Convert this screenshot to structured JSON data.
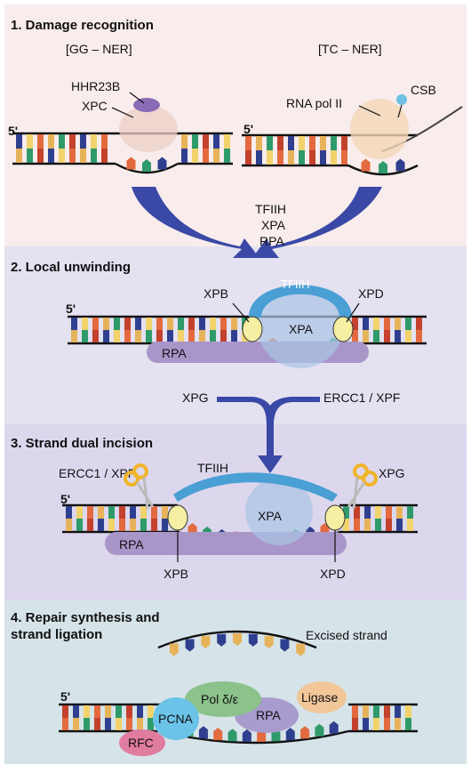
{
  "colors": {
    "panel1": "#f8ecec",
    "panel2": "#e4e1f1",
    "panel3": "#ddd7ee",
    "panel4": "#d6e3e8",
    "arrow": "#3a48a6",
    "tfiih": "#4a9fd4",
    "xpa": "#a9c4e6",
    "rpa": "#a996c9",
    "xpc": "#eccfc6",
    "hhr23b": "#8a6bb5",
    "polII": "#f2d7b6",
    "csb": "#6ec1e4",
    "yellow": "#f5eea3",
    "pcna": "#6cc3e8",
    "pol": "#8bc38b",
    "rpa4": "#a89bcd",
    "ligase": "#f1c79a",
    "rfc": "#e07ca0",
    "scissors": "#f0b52a"
  },
  "panels": [
    {
      "id": 1,
      "title": "1. Damage recognition"
    },
    {
      "id": 2,
      "title": "2. Local unwinding"
    },
    {
      "id": 3,
      "title": "3. Strand dual incision"
    },
    {
      "id": 4,
      "title": "4. Repair synthesis and",
      "title2": "strand ligation"
    }
  ],
  "p1": {
    "gg_label": "[GG – NER]",
    "tc_label": "[TC – NER]",
    "hhr23b": "HHR23B",
    "xpc": "XPC",
    "csb": "CSB",
    "rnapol": "RNA pol II",
    "five_prime_left": "5'",
    "five_prime_right": "5'"
  },
  "p12": {
    "factors": [
      "TFIIH",
      "XPA",
      "RPA"
    ]
  },
  "p2": {
    "five_prime": "5'",
    "xpb": "XPB",
    "xpd": "XPD",
    "tfiih": "TFIIH",
    "xpa": "XPA",
    "rpa": "RPA"
  },
  "p23": {
    "xpg": "XPG",
    "ercc1": "ERCC1 / XPF"
  },
  "p3": {
    "ercc1": "ERCC1 / XPF",
    "tfiih": "TFIIH",
    "xpg": "XPG",
    "five_prime": "5'",
    "xpa": "XPA",
    "rpa": "RPA",
    "xpb": "XPB",
    "xpd": "XPD"
  },
  "p4": {
    "excised": "Excised strand",
    "five_prime": "5'",
    "pol": "Pol δ/ε",
    "ligase": "Ligase",
    "pcna": "PCNA",
    "rpa": "RPA",
    "rfc": "RFC"
  }
}
